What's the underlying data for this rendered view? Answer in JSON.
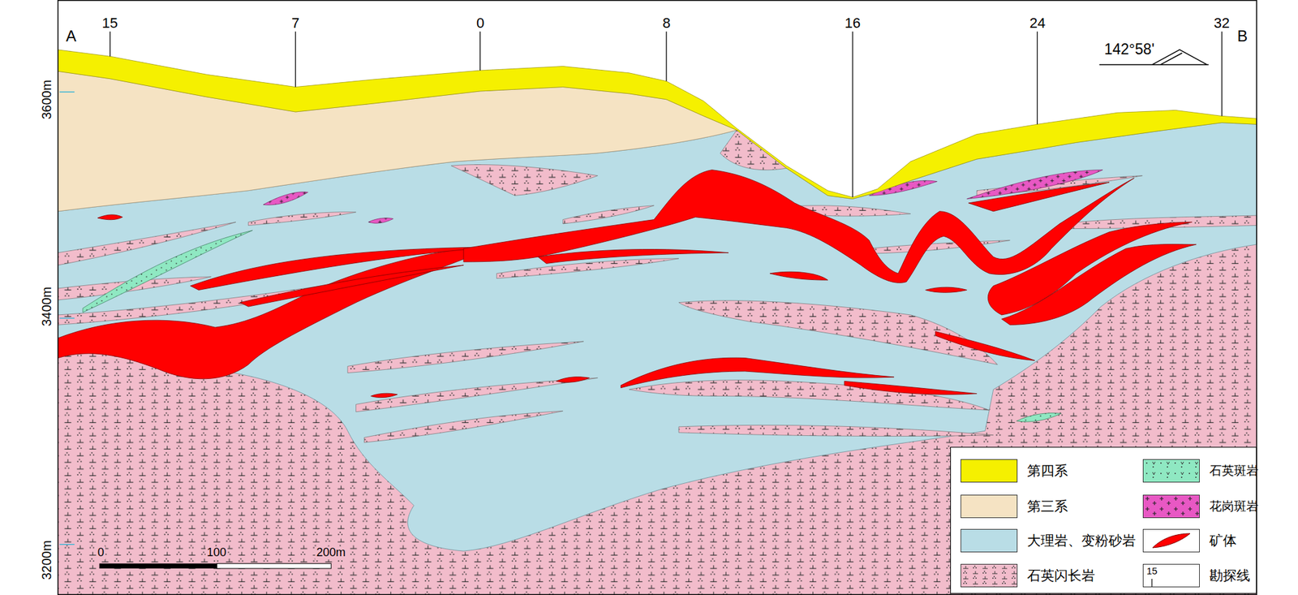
{
  "diagram": {
    "labels": [
      "A",
      "15",
      "7",
      "0",
      "8",
      "16",
      "24",
      "32",
      "B",
      "142°58'",
      "3600m",
      "3400m",
      "3200m",
      "0",
      "100",
      "200m",
      "15"
    ],
    "legend": [
      {
        "text": "第四系",
        "color": "#f5f000"
      },
      {
        "text": "石英斑岩",
        "color": "#8fe8c2"
      },
      {
        "text": "第三系",
        "color": "#f5e3c3"
      },
      {
        "text": "花岗斑岩",
        "color": "#e858c4"
      },
      {
        "text": "大理岩、变粉砂岩",
        "color": "#b9dde6"
      },
      {
        "text": "矿体"
      },
      {
        "text": "石英闪长岩",
        "color": "#f2bccb"
      },
      {
        "text": "勘探线"
      }
    ]
  }
}
